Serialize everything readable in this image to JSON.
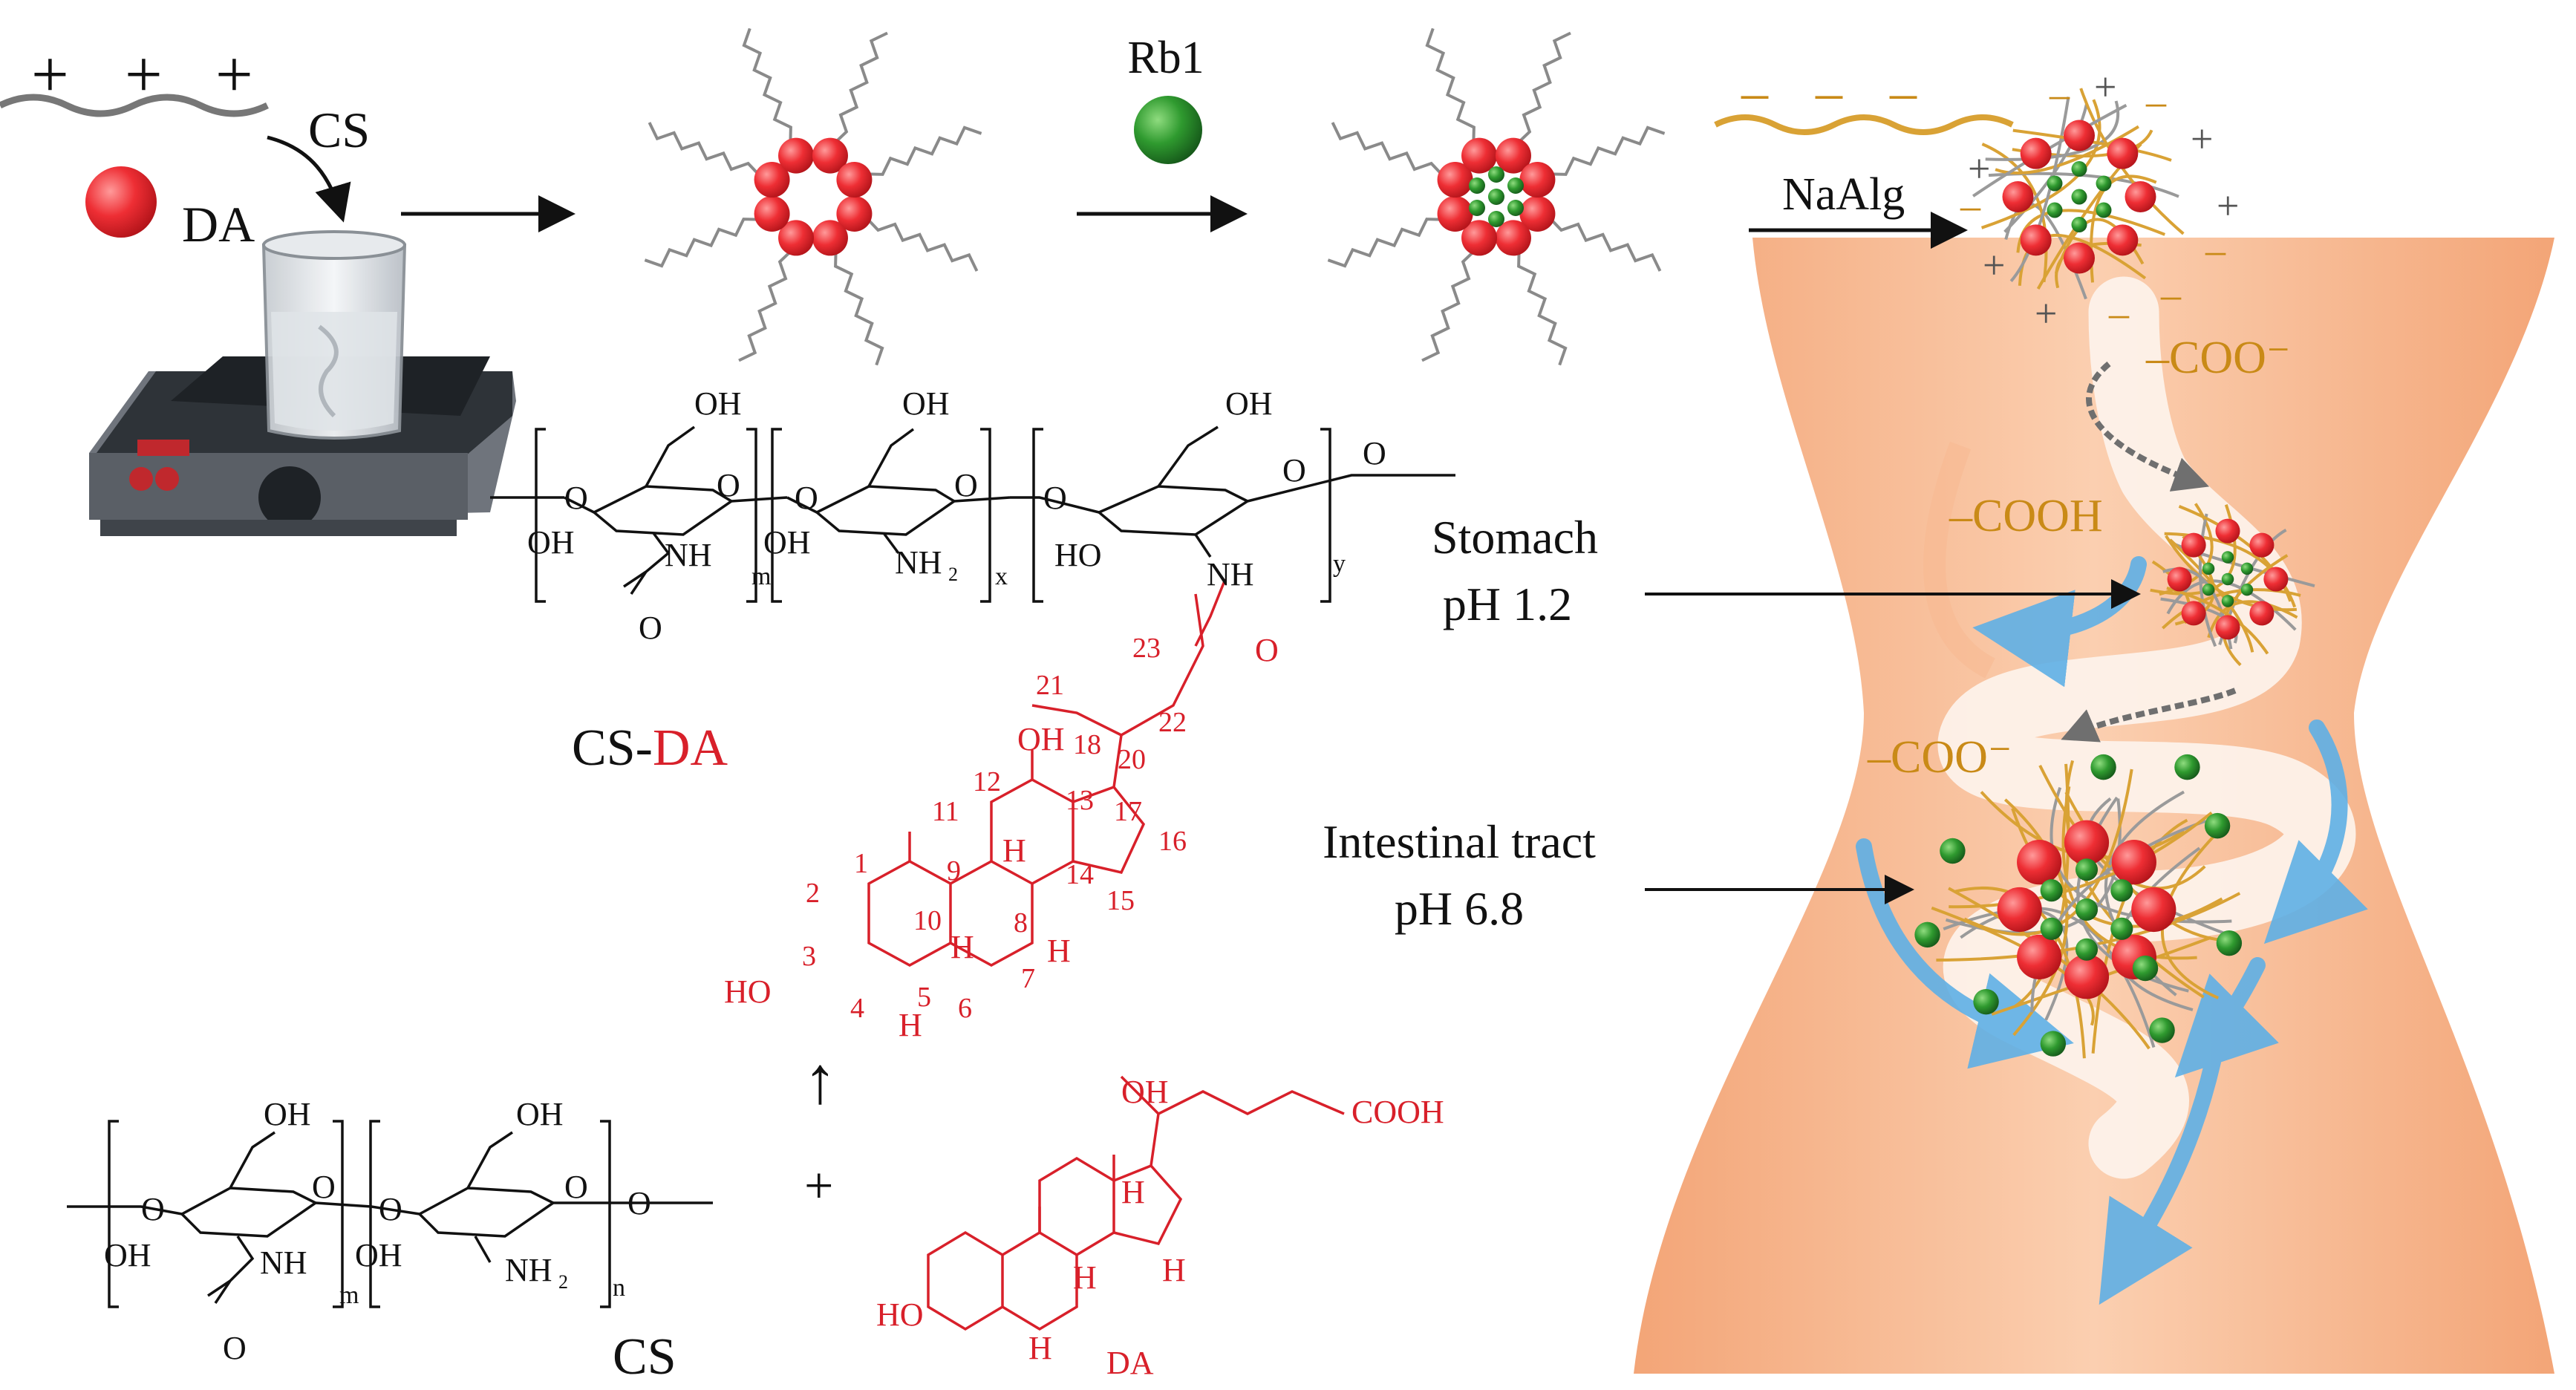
{
  "colors": {
    "background": "#ffffff",
    "tract_body": "#f9c7a4",
    "tract_edge": "#f3a978",
    "lumen": "#fdf1e8",
    "flow_arrow": "#5fb0e6",
    "chain_ink": "#7a7a7a",
    "da_red": "#d8202a",
    "alg_gold": "#d9a235",
    "rb1_green": "#2e8b2e",
    "chem_black": "#111111"
  },
  "synthesis": {
    "cs_polymer_label": "CS",
    "cs_charge": "+",
    "da_label": "DA",
    "rb1_label": "Rb1",
    "naalg_label": "NaAlg",
    "alg_charge": "–"
  },
  "cs_da_structure": {
    "label_prefix": "CS-",
    "label_suffix": "DA",
    "top_groups": {
      "oh1": "OH",
      "oh2": "OH",
      "oh3": "OH"
    },
    "bottom_groups": {
      "oh1": "OH",
      "oh2": "OH",
      "ho3": "HO"
    },
    "ring_o": "O",
    "linker_o": "O",
    "nh": "NH",
    "nh2": "NH",
    "nh2_sub": "2",
    "carbonyl_o": "O",
    "subscripts": {
      "m": "m",
      "x": "x",
      "y": "y"
    },
    "amide_nh": "NH",
    "amide_o": "O"
  },
  "da_conjugate_numbering": [
    "1",
    "2",
    "3",
    "4",
    "5",
    "6",
    "7",
    "8",
    "9",
    "10",
    "11",
    "12",
    "13",
    "14",
    "15",
    "16",
    "17",
    "18",
    "20",
    "21",
    "22",
    "23"
  ],
  "da_conjugate_groups": {
    "oh12": "OH",
    "ho3": "HO",
    "h5": "H",
    "h8": "H",
    "h9": "H",
    "h14": "H"
  },
  "cs_structure": {
    "label": "CS",
    "oh_top1": "OH",
    "oh_top2": "OH",
    "oh_bot1": "OH",
    "oh_bot2": "OH",
    "o": "O",
    "nh": "NH",
    "nh2": "NH",
    "nh2_sub": "2",
    "carbonyl_o": "O",
    "sub_m": "m",
    "sub_n": "n"
  },
  "reaction_plus": "+",
  "da_structure": {
    "label": "DA",
    "oh": "OH",
    "cooh": "COOH",
    "ho": "HO",
    "h": "H"
  },
  "gi_tract": {
    "coo_top": "–COO⁻",
    "cooh": "–COOH",
    "coo_bottom": "–COO⁻",
    "stomach_label": "Stomach",
    "stomach_ph": "pH 1.2",
    "intestine_label": "Intestinal tract",
    "intestine_ph": "pH 6.8"
  }
}
